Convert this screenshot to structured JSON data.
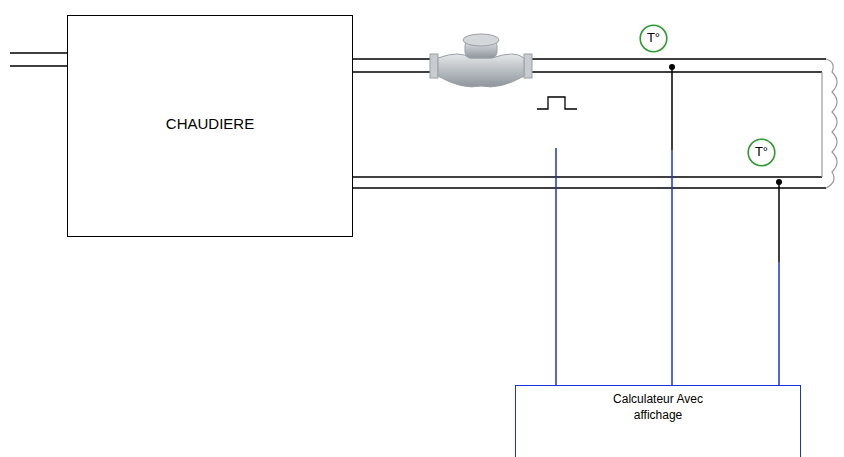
{
  "diagram": {
    "nodes": [
      {
        "text": [
          "CHAUDIERE"
        ]
      },
      {
        "text": [
          "T°"
        ]
      },
      {
        "text": [
          "T°"
        ]
      },
      {
        "text": [
          "Calculateur Avec affichage"
        ]
      }
    ]
  }
}
